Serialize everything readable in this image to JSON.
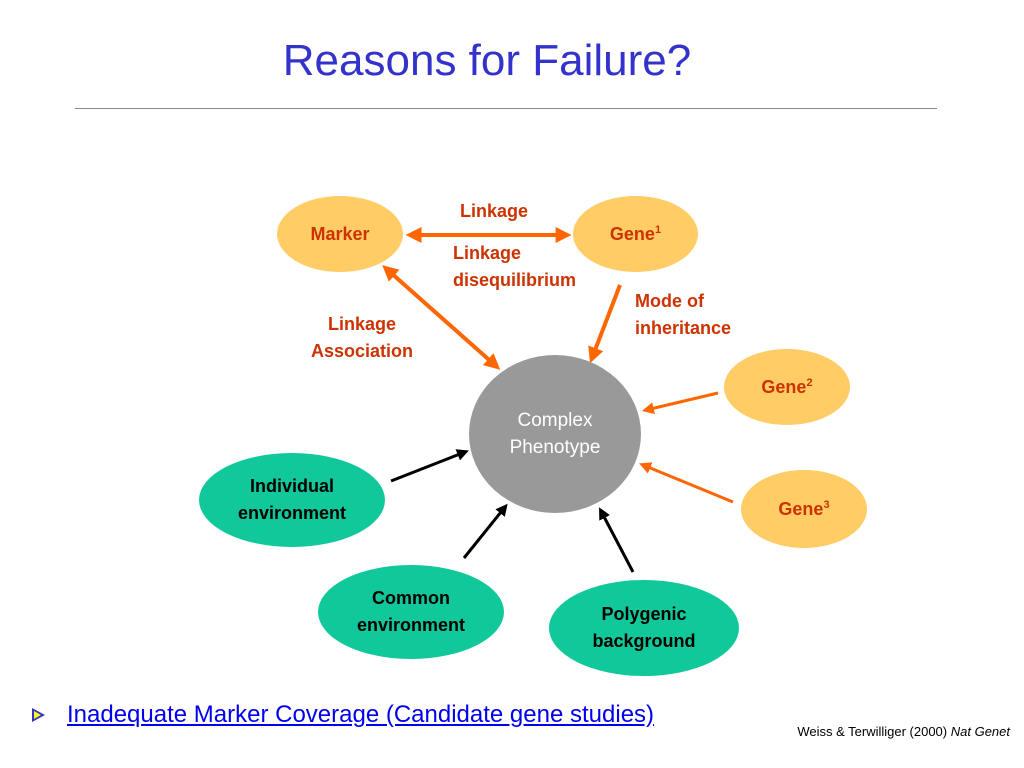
{
  "slide": {
    "title": "Reasons for Failure?"
  },
  "nodes": {
    "marker": "Marker",
    "gene1": {
      "name": "Gene",
      "sup": "1"
    },
    "gene2": {
      "name": "Gene",
      "sup": "2"
    },
    "gene3": {
      "name": "Gene",
      "sup": "3"
    },
    "complex_phenotype": [
      "Complex",
      "Phenotype"
    ],
    "individual_environment": [
      "Individual",
      "environment"
    ],
    "common_environment": [
      "Common",
      "environment"
    ],
    "polygenic_background": [
      "Polygenic",
      "background"
    ]
  },
  "edge_labels": {
    "linkage": "Linkage",
    "linkage_disequilibrium": [
      "Linkage",
      "disequilibrium"
    ],
    "linkage_association": [
      "Linkage",
      "Association"
    ],
    "mode_of_inheritance": [
      "Mode of",
      "inheritance"
    ]
  },
  "colors": {
    "title": "#3333cc",
    "gene_node": "#ffcc66",
    "environment_node": "#10c89a",
    "center_node": "#999999",
    "orange_arrow": "#ff6600",
    "label_text": "#cc3300"
  },
  "bullet": {
    "text": "Inadequate Marker Coverage (Candidate gene studies)"
  },
  "citation": {
    "authors": "Weiss & Terwilliger (2000) ",
    "journal": "Nat Genet"
  }
}
